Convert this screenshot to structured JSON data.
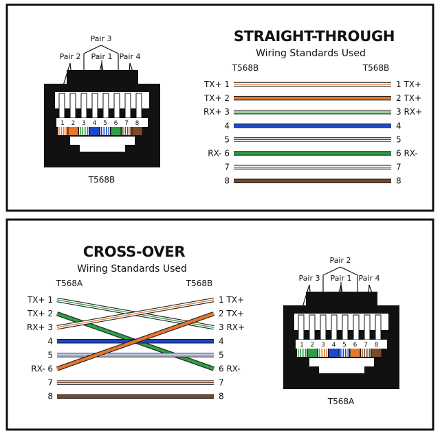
{
  "straight": {
    "title": "STRAIGHT-THROUGH",
    "subtitle": "Wiring Standards Used",
    "left_standard": "T568B",
    "right_standard": "T568B",
    "left_labels": [
      "TX+ 1",
      "TX+ 2",
      "RX+ 3",
      "4",
      "5",
      "RX- 6",
      "7",
      "8"
    ],
    "right_labels": [
      "1 TX+",
      "2 TX+",
      "3 RX+",
      "4",
      "5",
      "6 RX-",
      "7",
      "8"
    ],
    "wires": [
      {
        "from": 1,
        "to": 1,
        "color": "#e8762b",
        "stripe": true
      },
      {
        "from": 2,
        "to": 2,
        "color": "#e8762b",
        "stripe": false
      },
      {
        "from": 3,
        "to": 3,
        "color": "#2e9e45",
        "stripe": true
      },
      {
        "from": 4,
        "to": 4,
        "color": "#1f48c8",
        "stripe": false
      },
      {
        "from": 5,
        "to": 5,
        "color": "#1f48c8",
        "stripe": true
      },
      {
        "from": 6,
        "to": 6,
        "color": "#2e9e45",
        "stripe": false
      },
      {
        "from": 7,
        "to": 7,
        "color": "#7a4a2a",
        "stripe": true
      },
      {
        "from": 8,
        "to": 8,
        "color": "#7a4a2a",
        "stripe": false
      }
    ],
    "jack": {
      "pair_labels": [
        "Pair 3",
        "Pair 2",
        "Pair 1",
        "Pair 4"
      ],
      "pin_numbers": [
        "1",
        "2",
        "3",
        "4",
        "5",
        "6",
        "7",
        "8"
      ],
      "caption": "T568B",
      "pins": [
        {
          "color": "#e8762b",
          "stripe": true
        },
        {
          "color": "#e8762b",
          "stripe": false
        },
        {
          "color": "#2e9e45",
          "stripe": true
        },
        {
          "color": "#1f48c8",
          "stripe": false
        },
        {
          "color": "#1f48c8",
          "stripe": true
        },
        {
          "color": "#2e9e45",
          "stripe": false
        },
        {
          "color": "#7a4a2a",
          "stripe": true
        },
        {
          "color": "#7a4a2a",
          "stripe": false
        }
      ]
    }
  },
  "crossover": {
    "title": "CROSS-OVER",
    "subtitle": "Wiring Standards Used",
    "left_standard": "T568A",
    "right_standard": "T568B",
    "left_labels": [
      "TX+ 1",
      "TX+ 2",
      "RX+ 3",
      "4",
      "5",
      "RX- 6",
      "7",
      "8"
    ],
    "right_labels": [
      "1 TX+",
      "2 TX+",
      "3 RX+",
      "4",
      "5",
      "6 RX-",
      "7",
      "8"
    ],
    "wires": [
      {
        "from": 1,
        "to": 3,
        "color": "#2e9e45",
        "stripe": true
      },
      {
        "from": 2,
        "to": 6,
        "color": "#2e9e45",
        "stripe": false
      },
      {
        "from": 3,
        "to": 1,
        "color": "#e8762b",
        "stripe": true
      },
      {
        "from": 4,
        "to": 4,
        "color": "#1f48c8",
        "stripe": false
      },
      {
        "from": 5,
        "to": 5,
        "color": "#1f48c8",
        "stripe": true
      },
      {
        "from": 6,
        "to": 2,
        "color": "#e8762b",
        "stripe": false
      },
      {
        "from": 7,
        "to": 7,
        "color": "#7a4a2a",
        "stripe": true
      },
      {
        "from": 8,
        "to": 8,
        "color": "#7a4a2a",
        "stripe": false
      }
    ],
    "jack": {
      "pair_labels": [
        "Pair 2",
        "Pair 3",
        "Pair 1",
        "Pair 4"
      ],
      "pin_numbers": [
        "1",
        "2",
        "3",
        "4",
        "5",
        "6",
        "7",
        "8"
      ],
      "caption": "T568A",
      "pins": [
        {
          "color": "#2e9e45",
          "stripe": true
        },
        {
          "color": "#2e9e45",
          "stripe": false
        },
        {
          "color": "#e8762b",
          "stripe": true
        },
        {
          "color": "#1f48c8",
          "stripe": false
        },
        {
          "color": "#1f48c8",
          "stripe": true
        },
        {
          "color": "#e8762b",
          "stripe": false
        },
        {
          "color": "#7a4a2a",
          "stripe": true
        },
        {
          "color": "#7a4a2a",
          "stripe": false
        }
      ]
    }
  }
}
